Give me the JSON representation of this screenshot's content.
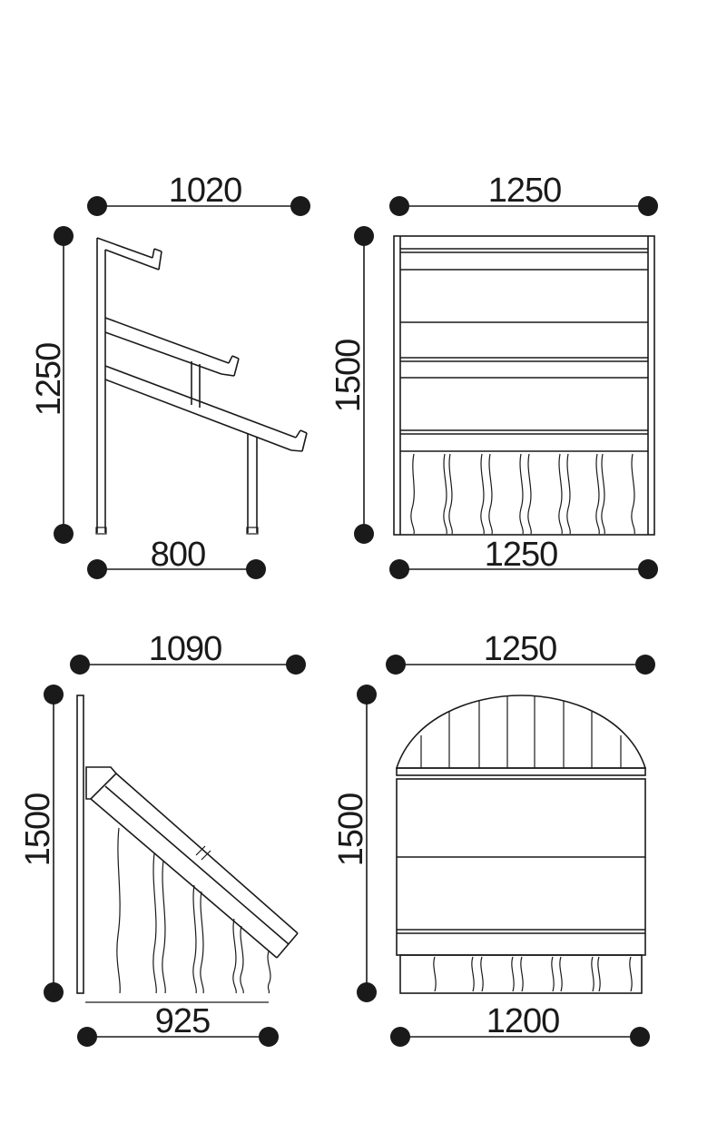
{
  "views": [
    {
      "name": "tiered-rack-side-view",
      "dims": {
        "top": "1020",
        "left": "1250",
        "bottom": "800"
      }
    },
    {
      "name": "shelf-unit-front-view",
      "dims": {
        "top": "1250",
        "left": "1500",
        "bottom": "1250"
      }
    },
    {
      "name": "slanted-bin-side-view",
      "dims": {
        "top": "1090",
        "left": "1500",
        "bottom": "925"
      }
    },
    {
      "name": "arched-cabinet-front-view",
      "dims": {
        "top": "1250",
        "left": "1500",
        "bottom": "1200"
      }
    }
  ]
}
